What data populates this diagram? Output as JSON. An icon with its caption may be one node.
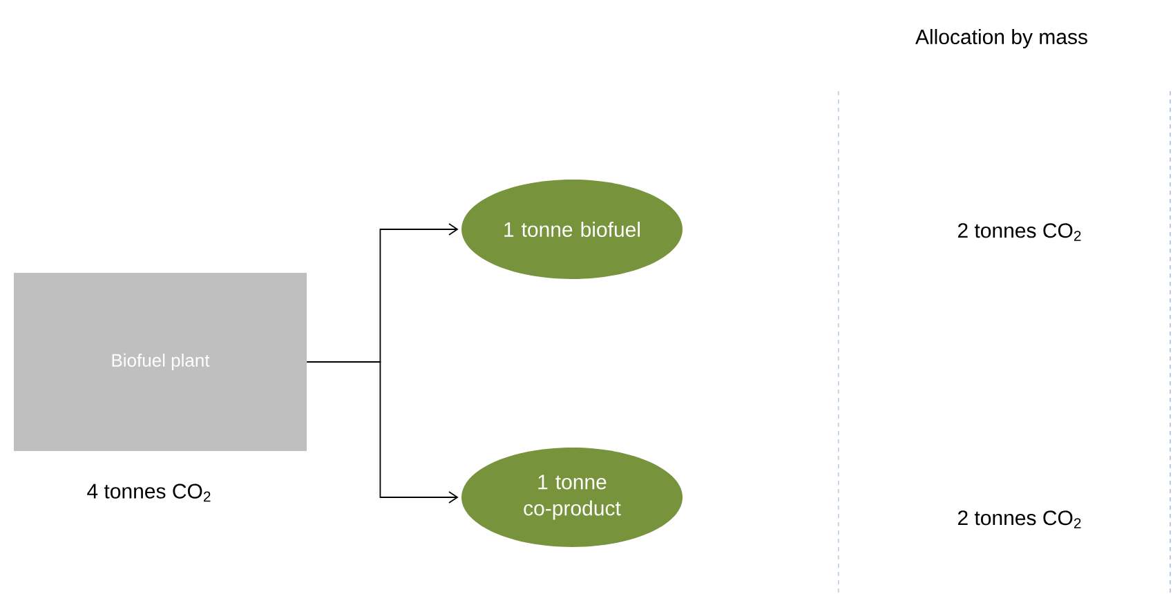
{
  "diagram": {
    "nodes": [
      {
        "text": [
          "Biofuel plant"
        ],
        "beside": [
          "4 tonnes CO$_{2}$"
        ]
      },
      {
        "text": [
          "1 tonne biofuel"
        ]
      },
      {
        "text": [
          "1 tonne co-product"
        ]
      }
    ],
    "edges": [
      {
        "from": 0,
        "to": 1,
        "arrow": "to"
      },
      {
        "from": 0,
        "to": 2,
        "arrow": "to"
      }
    ],
    "labels": [
      "Allocation by mass",
      "2 tonnes CO$_{2}$",
      "2 tonnes CO$_{2}$"
    ]
  }
}
